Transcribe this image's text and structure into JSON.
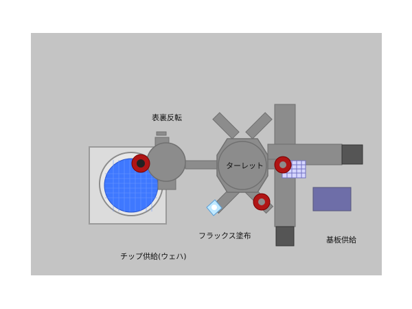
{
  "colors": {
    "panel_background": "#c4c4c4",
    "equipment_gray": "#8c8c8c",
    "equipment_dark": "#5a5a5a",
    "wafer_blue": "#3f78ff",
    "head_red": "#b01515",
    "tray_blue": "#6e6ea8"
  },
  "labels": {
    "flip": "表裏反転",
    "turret": "ターレット",
    "flux": "フラックス塗布",
    "chip_supply": "チップ供給(ウェハ)",
    "substrate_supply": "基板供給"
  }
}
